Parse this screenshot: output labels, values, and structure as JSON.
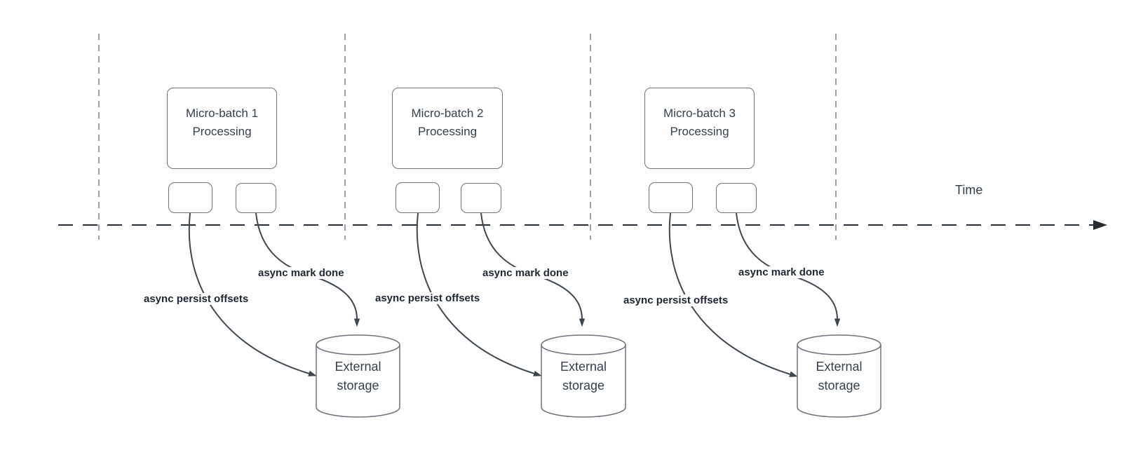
{
  "diagram": {
    "timeline_label": "Time",
    "batches": [
      {
        "box_label": "Micro-batch 1\nProcessing",
        "persist_label": "async persist offsets",
        "mark_label": "async mark done",
        "storage_label": "External\nstorage"
      },
      {
        "box_label": "Micro-batch 2\nProcessing",
        "persist_label": "async persist offsets",
        "mark_label": "async mark done",
        "storage_label": "External\nstorage"
      },
      {
        "box_label": "Micro-batch 3\nProcessing",
        "persist_label": "async persist offsets",
        "mark_label": "async mark done",
        "storage_label": "External\nstorage"
      }
    ],
    "colors": {
      "shape_stroke": "#6b737c",
      "arrow_stroke": "#3e4852",
      "timeline_stroke": "#262c33",
      "guide_stroke": "#9aa0a6",
      "text": "#33404d",
      "edge_label_text": "#1d2633"
    }
  }
}
